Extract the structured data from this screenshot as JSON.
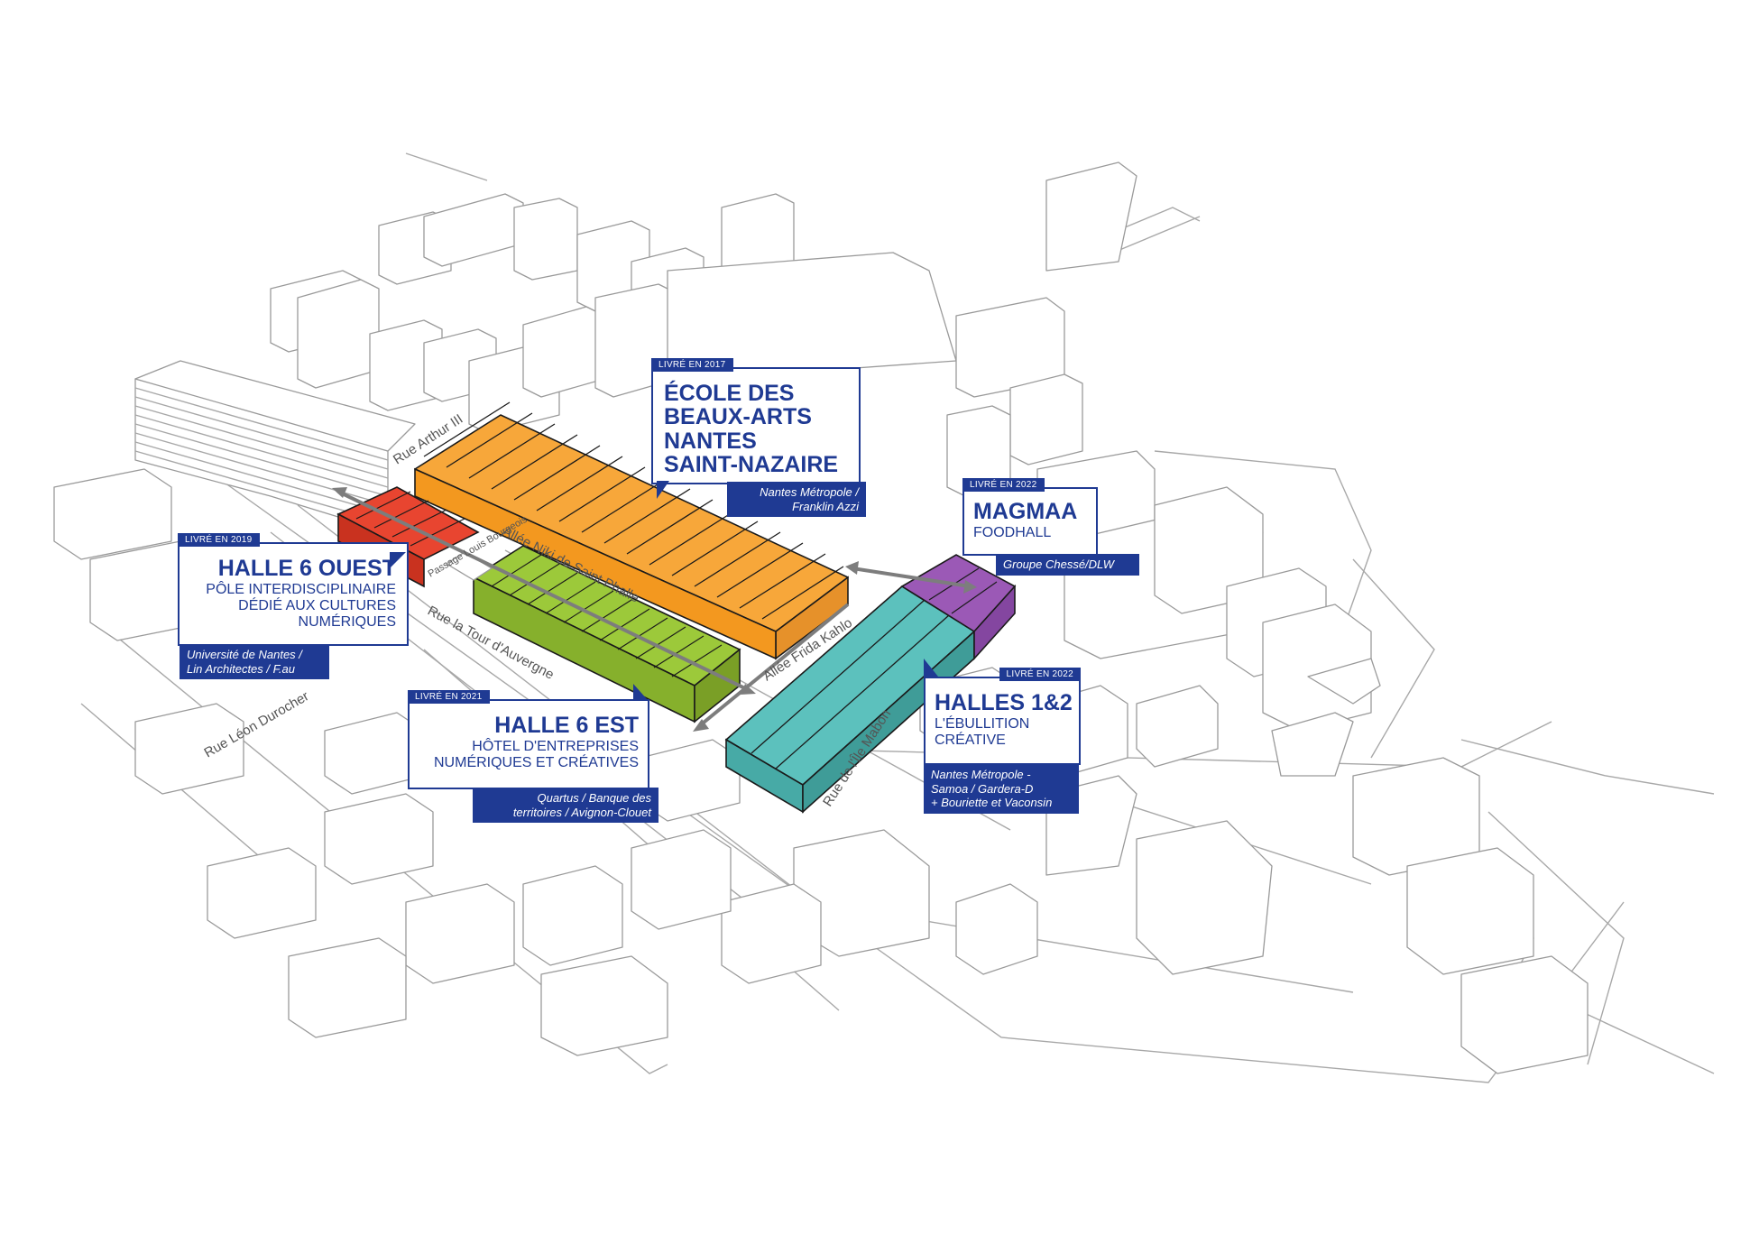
{
  "streets": {
    "arthur": "Rue Arthur III",
    "niki": "Allée Niki de Saint Phalle",
    "passage": "Passage Louis Bourgeois",
    "tour": "Rue la Tour d'Auvergne",
    "frida": "Allée Frida Kahlo",
    "leon": "Rue Léon Durocher",
    "mabon": "Rue de l'Île Mabon"
  },
  "projects": {
    "ecole": {
      "year": "LIVRÉ EN 2017",
      "title_lines": [
        "ÉCOLE DES",
        "BEAUX-ARTS",
        "NANTES",
        "SAINT-NAZAIRE"
      ],
      "credits_lines": [
        "Nantes Métropole /",
        "Franklin Azzi"
      ],
      "color": "#f7a73a"
    },
    "halle6ouest": {
      "year": "LIVRÉ EN 2019",
      "title": "HALLE 6 OUEST",
      "subtitle_lines": [
        "PÔLE INTERDISCIPLINAIRE",
        "DÉDIÉ AUX CULTURES",
        "NUMÉRIQUES"
      ],
      "credits_lines": [
        "Université de Nantes /",
        "Lin Architectes / F.au"
      ],
      "color": "#e84530"
    },
    "halle6est": {
      "year": "LIVRÉ EN 2021",
      "title": "HALLE 6 EST",
      "subtitle_lines": [
        "HÔTEL D'ENTREPRISES",
        "NUMÉRIQUES ET CRÉATIVES"
      ],
      "credits_lines": [
        "Quartus / Banque des",
        "territoires / Avignon-Clouet"
      ],
      "color": "#9cc93a"
    },
    "magmaa": {
      "year": "LIVRÉ EN 2022",
      "title": "MAGMAA",
      "subtitle": "FOODHALL",
      "credits": "Groupe Chessé/DLW",
      "color": "#9b59b6"
    },
    "halles12": {
      "year": "LIVRÉ EN 2022",
      "title": "HALLES 1&2",
      "subtitle_lines": [
        "L'ÉBULLITION",
        "CRÉATIVE"
      ],
      "credits_lines": [
        "Nantes Métropole -",
        "Samoa / Gardera-D",
        "+ Bouriette et Vaconsin"
      ],
      "color": "#5cc1bd"
    }
  }
}
